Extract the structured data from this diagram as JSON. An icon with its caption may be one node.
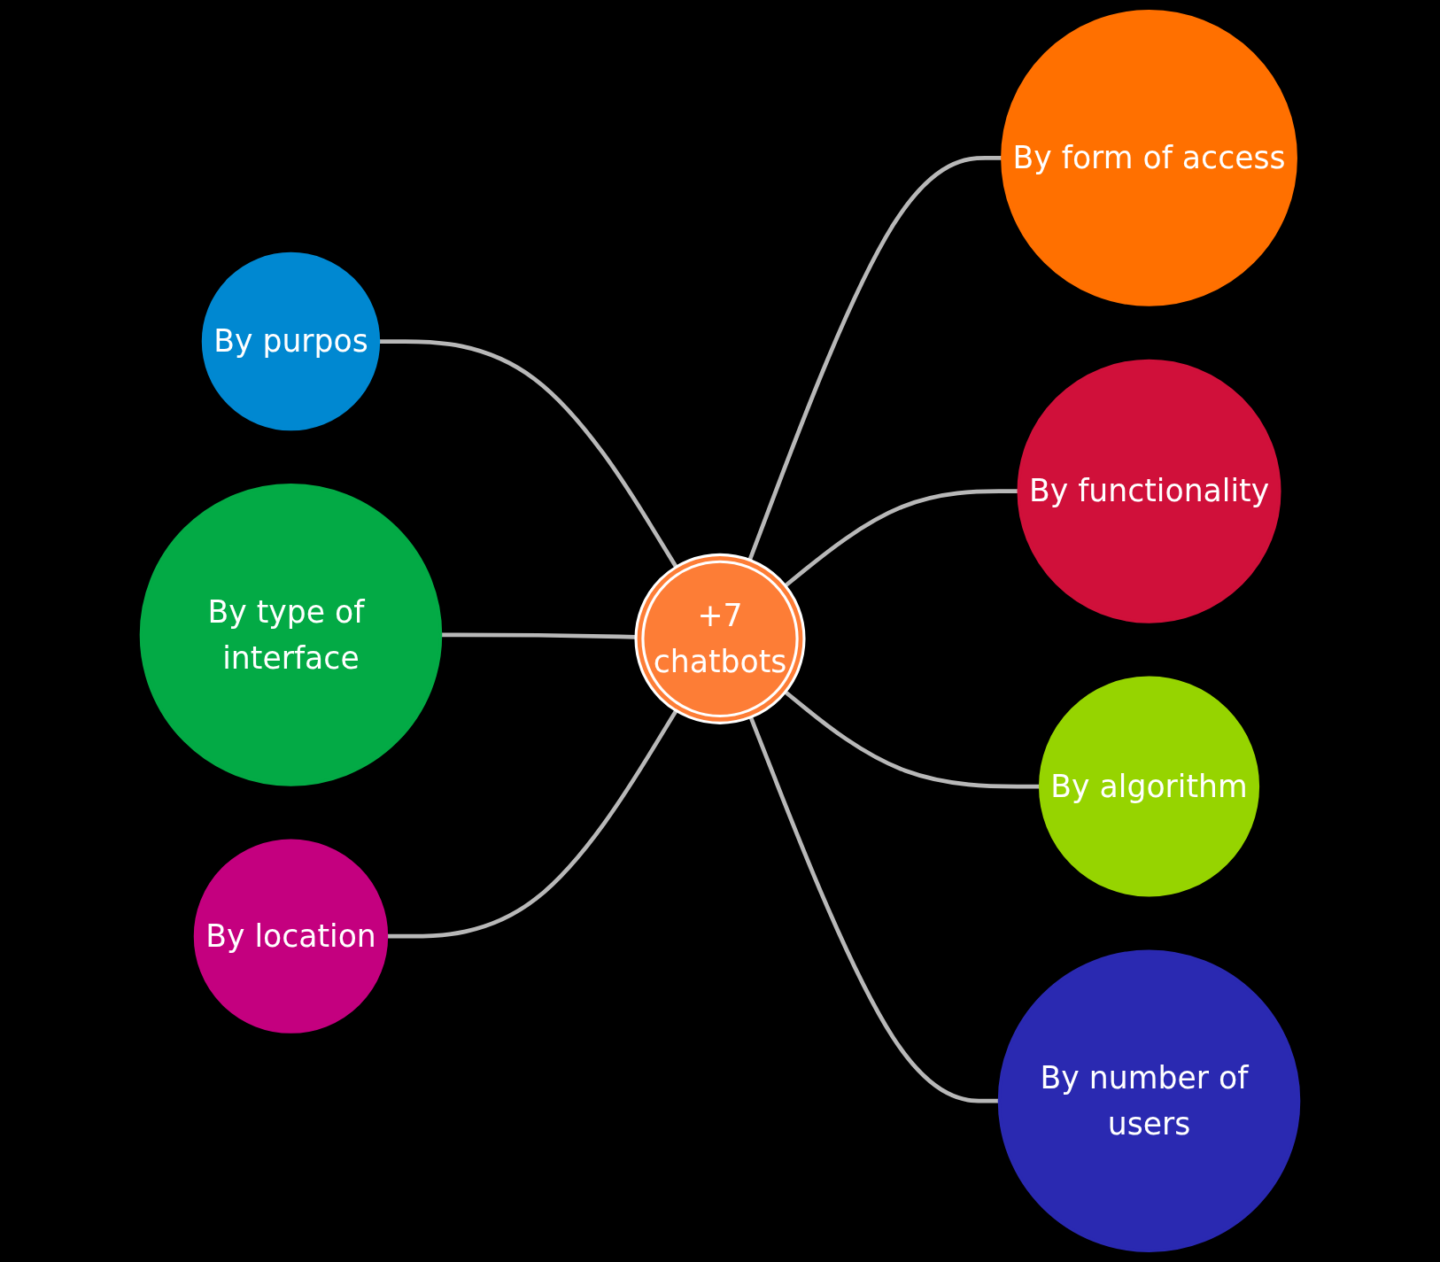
{
  "diagram": {
    "nodes": [
      {
        "text": [
          "+7",
          "chatbots"
        ]
      },
      {
        "text": [
          "By form of access"
        ]
      },
      {
        "text": [
          "By functionality"
        ]
      },
      {
        "text": [
          "By algorithm"
        ]
      },
      {
        "text": [
          "By number of users"
        ]
      },
      {
        "text": [
          "By purpos"
        ]
      },
      {
        "text": [
          "By type of interface"
        ]
      },
      {
        "text": [
          "By location"
        ]
      }
    ],
    "edges": [
      {
        "from": 0,
        "to": 1,
        "arrow": "none"
      },
      {
        "from": 0,
        "to": 2,
        "arrow": "none"
      },
      {
        "from": 0,
        "to": 3,
        "arrow": "none"
      },
      {
        "from": 0,
        "to": 4,
        "arrow": "none"
      },
      {
        "from": 0,
        "to": 5,
        "arrow": "none"
      },
      {
        "from": 0,
        "to": 6,
        "arrow": "none"
      },
      {
        "from": 0,
        "to": 7,
        "arrow": "none"
      }
    ]
  }
}
